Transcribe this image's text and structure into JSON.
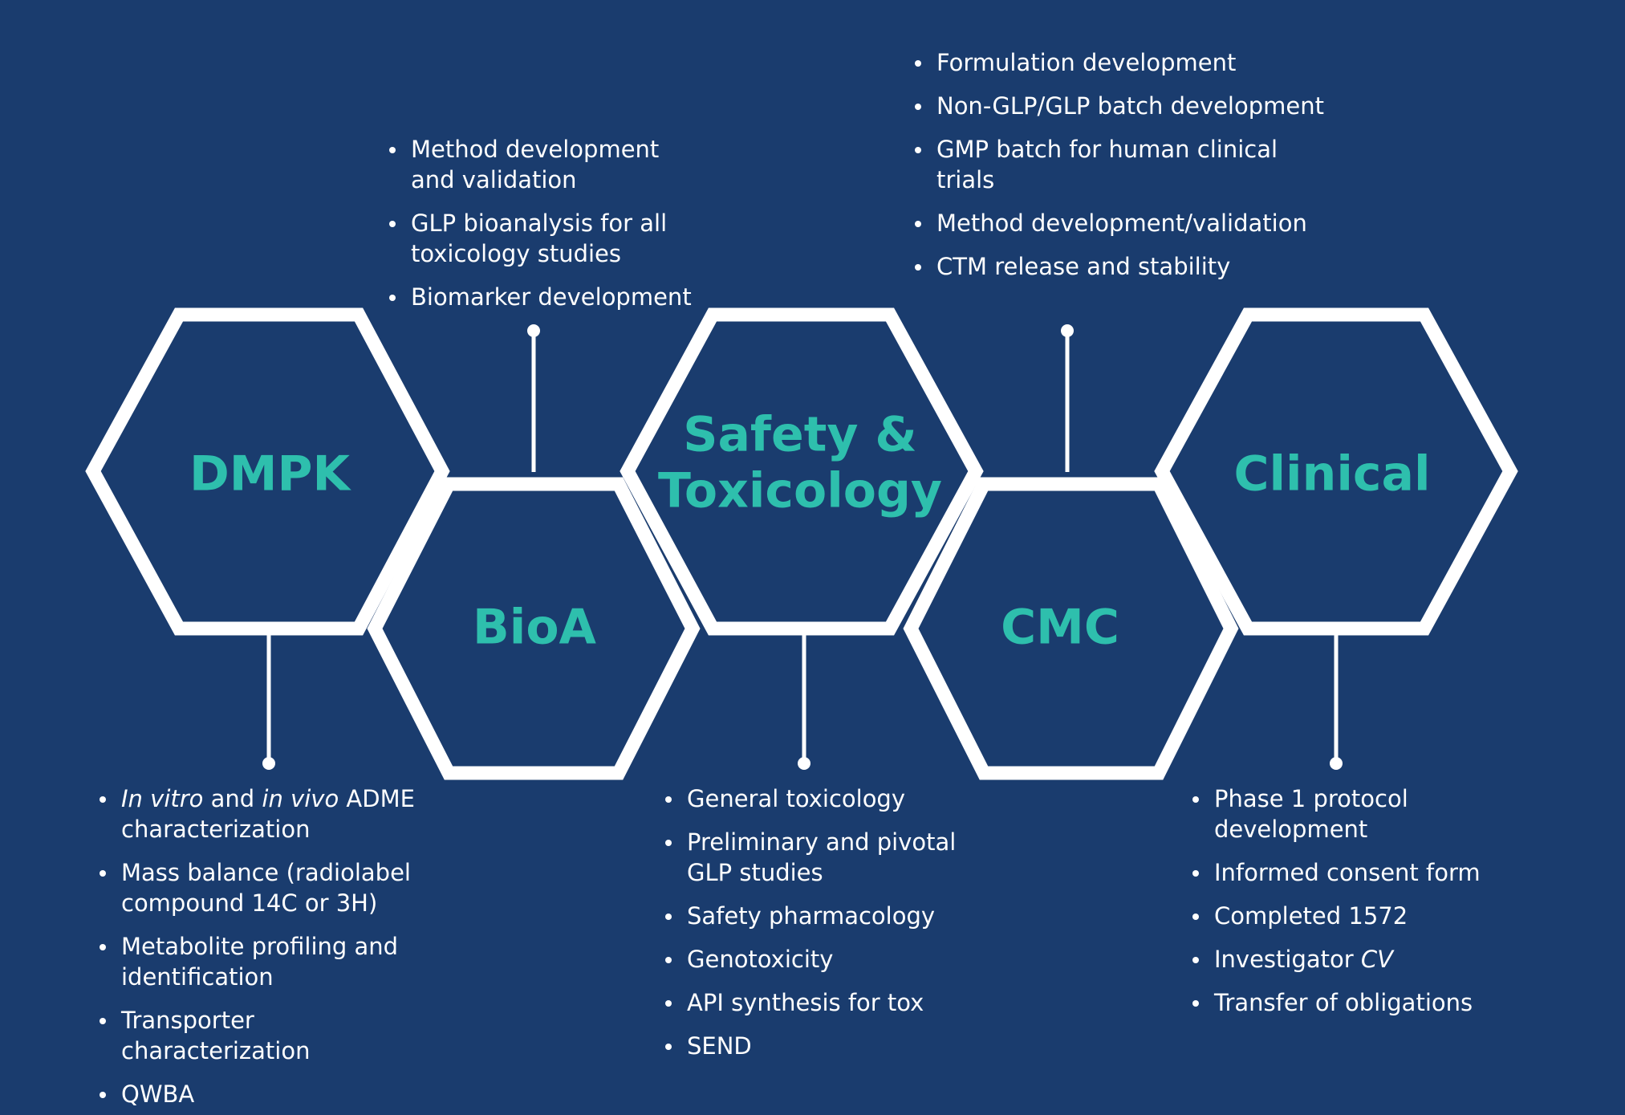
{
  "colors": {
    "background": "#1a3c6e",
    "accent": "#2ebfad",
    "outline": "#ffffff"
  },
  "hexagons": {
    "dmpk": {
      "label": "DMPK"
    },
    "bioa": {
      "label": "BioA"
    },
    "safety": {
      "label_line1": "Safety &",
      "label_line2": "Toxicology"
    },
    "cmc": {
      "label": "CMC"
    },
    "clinical": {
      "label": "Clinical"
    }
  },
  "lists": {
    "bioa": [
      {
        "parts": [
          {
            "t": "Method development and validation"
          }
        ]
      },
      {
        "parts": [
          {
            "t": "GLP bioanalysis for all toxicology studies"
          }
        ]
      },
      {
        "parts": [
          {
            "t": "Biomarker development"
          }
        ]
      }
    ],
    "cmc": [
      {
        "parts": [
          {
            "t": "Formulation development"
          }
        ]
      },
      {
        "parts": [
          {
            "t": "Non-GLP/GLP batch development"
          }
        ]
      },
      {
        "parts": [
          {
            "t": "GMP batch for human clinical trials"
          }
        ]
      },
      {
        "parts": [
          {
            "t": "Method development/validation"
          }
        ]
      },
      {
        "parts": [
          {
            "t": "CTM release and stability"
          }
        ]
      }
    ],
    "dmpk": [
      {
        "parts": [
          {
            "t": "In vitro",
            "i": true
          },
          {
            "t": " and "
          },
          {
            "t": "in vivo",
            "i": true
          },
          {
            "t": " ADME characterization"
          }
        ]
      },
      {
        "parts": [
          {
            "t": "Mass balance (radiolabel compound 14C or 3H)"
          }
        ]
      },
      {
        "parts": [
          {
            "t": "Metabolite profiling and identification"
          }
        ]
      },
      {
        "parts": [
          {
            "t": "Transporter characterization"
          }
        ]
      },
      {
        "parts": [
          {
            "t": "QWBA"
          }
        ]
      }
    ],
    "safety": [
      {
        "parts": [
          {
            "t": "General toxicology"
          }
        ]
      },
      {
        "parts": [
          {
            "t": "Preliminary and pivotal GLP studies"
          }
        ]
      },
      {
        "parts": [
          {
            "t": "Safety pharmacology"
          }
        ]
      },
      {
        "parts": [
          {
            "t": "Genotoxicity"
          }
        ]
      },
      {
        "parts": [
          {
            "t": "API synthesis for tox"
          }
        ]
      },
      {
        "parts": [
          {
            "t": "SEND"
          }
        ]
      }
    ],
    "clinical": [
      {
        "parts": [
          {
            "t": "Phase 1 protocol development"
          }
        ]
      },
      {
        "parts": [
          {
            "t": "Informed consent form"
          }
        ]
      },
      {
        "parts": [
          {
            "t": "Completed 1572"
          }
        ]
      },
      {
        "parts": [
          {
            "t": "Investigator "
          },
          {
            "t": "CV",
            "i": true
          }
        ]
      },
      {
        "parts": [
          {
            "t": "Transfer of obligations"
          }
        ]
      }
    ]
  }
}
